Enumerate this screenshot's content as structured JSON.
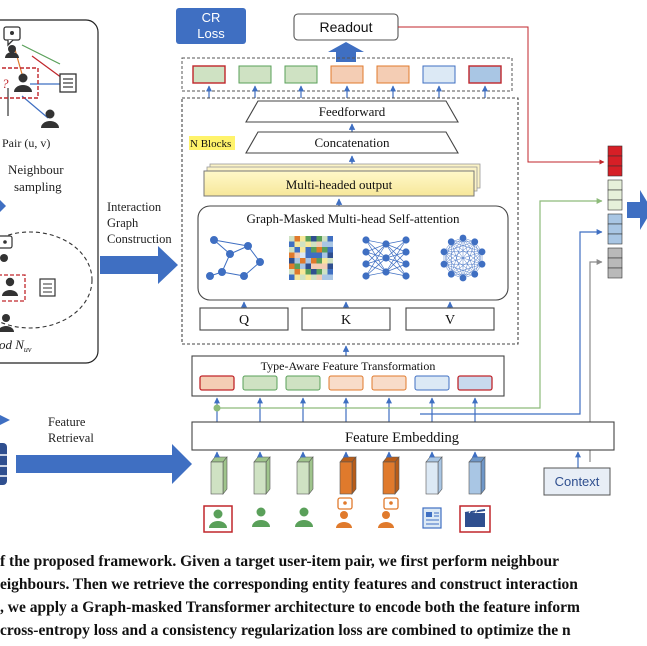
{
  "colors": {
    "accent_blue": "#3f6fc2",
    "dark_blue": "#2f4f8f",
    "red": "#c0262b",
    "green": "#5aa05a",
    "orange": "#e07a2c",
    "light_blue": "#a9c6e4",
    "light_green": "#cfe2c3",
    "light_orange": "#f4cdb4",
    "gray": "#8a8a8a",
    "highlight_yellow": "#fff36b"
  },
  "left_panel": {
    "pair_label": "Pair (u, v)",
    "question_mark": "?",
    "neighbour_line1": "Neighbour",
    "neighbour_line2": "sampling",
    "neighbourhood_label": "od N",
    "neighbourhood_sub": "uv"
  },
  "arrows": {
    "interaction_line1": "Interaction",
    "interaction_line2": "Graph",
    "interaction_line3": "Construction",
    "feature_line1": "Feature",
    "feature_line2": "Retrieval"
  },
  "transformer": {
    "cr_loss_line1": "CR",
    "cr_loss_line2": "Loss",
    "readout": "Readout",
    "feedforward": "Feedforward",
    "n_blocks": "N Blocks",
    "concatenation": "Concatenation",
    "multi_headed_output": "Multi-headed output",
    "attention_title": "Graph-Masked Multi-head Self-attention",
    "q": "Q",
    "k": "K",
    "v": "V",
    "type_aware": "Type-Aware Feature Transformation",
    "feature_embedding": "Feature Embedding",
    "context": "Context"
  },
  "caption": {
    "line1": "f the proposed framework. Given a target user-item pair, we first perform neighbour",
    "line2": "eighbours. Then we retrieve the corresponding entity features and construct interaction",
    "line3": ", we apply a Graph-masked Transformer architecture to encode both the feature inform",
    "line4": "cross-entropy loss and a consistency regularization loss are combined to optimize the n"
  }
}
